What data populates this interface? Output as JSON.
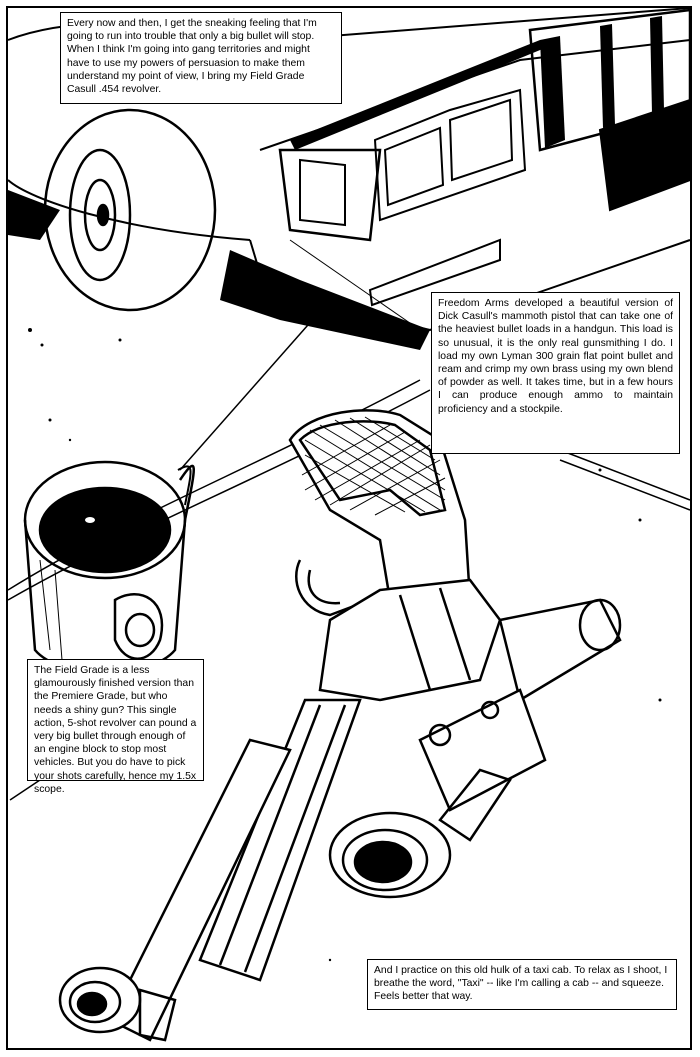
{
  "captions": {
    "top": "Every now and then, I get the sneaking feeling that I'm going to run into trouble that only a big bullet will stop. When I think I'm going into gang territories and might have to use my powers of persuasion to make them understand my point of view, I bring my Field Grade Casull .454 revolver.",
    "right": "Freedom Arms developed a beautiful version of Dick Casull's mammoth pistol that can take one of the heaviest bullet loads in a handgun. This load is so unusual, it is the only real gunsmithing I do. I load my own Lyman 300 grain flat point bullet and ream and crimp my own brass using my own blend of powder as well. It takes time, but in a few hours I can produce enough ammo to maintain proficiency and a stockpile.",
    "left": "The Field Grade is a less glamourously finished version than the Premiere Grade, but who needs a shiny gun? This single action, 5-shot revolver can pound a very big bullet through enough of an engine block to stop most vehicles. But you do have to pick your shots carefully, hence my 1.5x scope.",
    "bottom": "And I practice on this old hulk of a taxi cab. To relax as I shoot, I breathe the word, \"Taxi\" -- like I'm calling a cab -- and squeeze. Feels better that way."
  },
  "colors": {
    "ink": "#000000",
    "paper": "#ffffff"
  }
}
